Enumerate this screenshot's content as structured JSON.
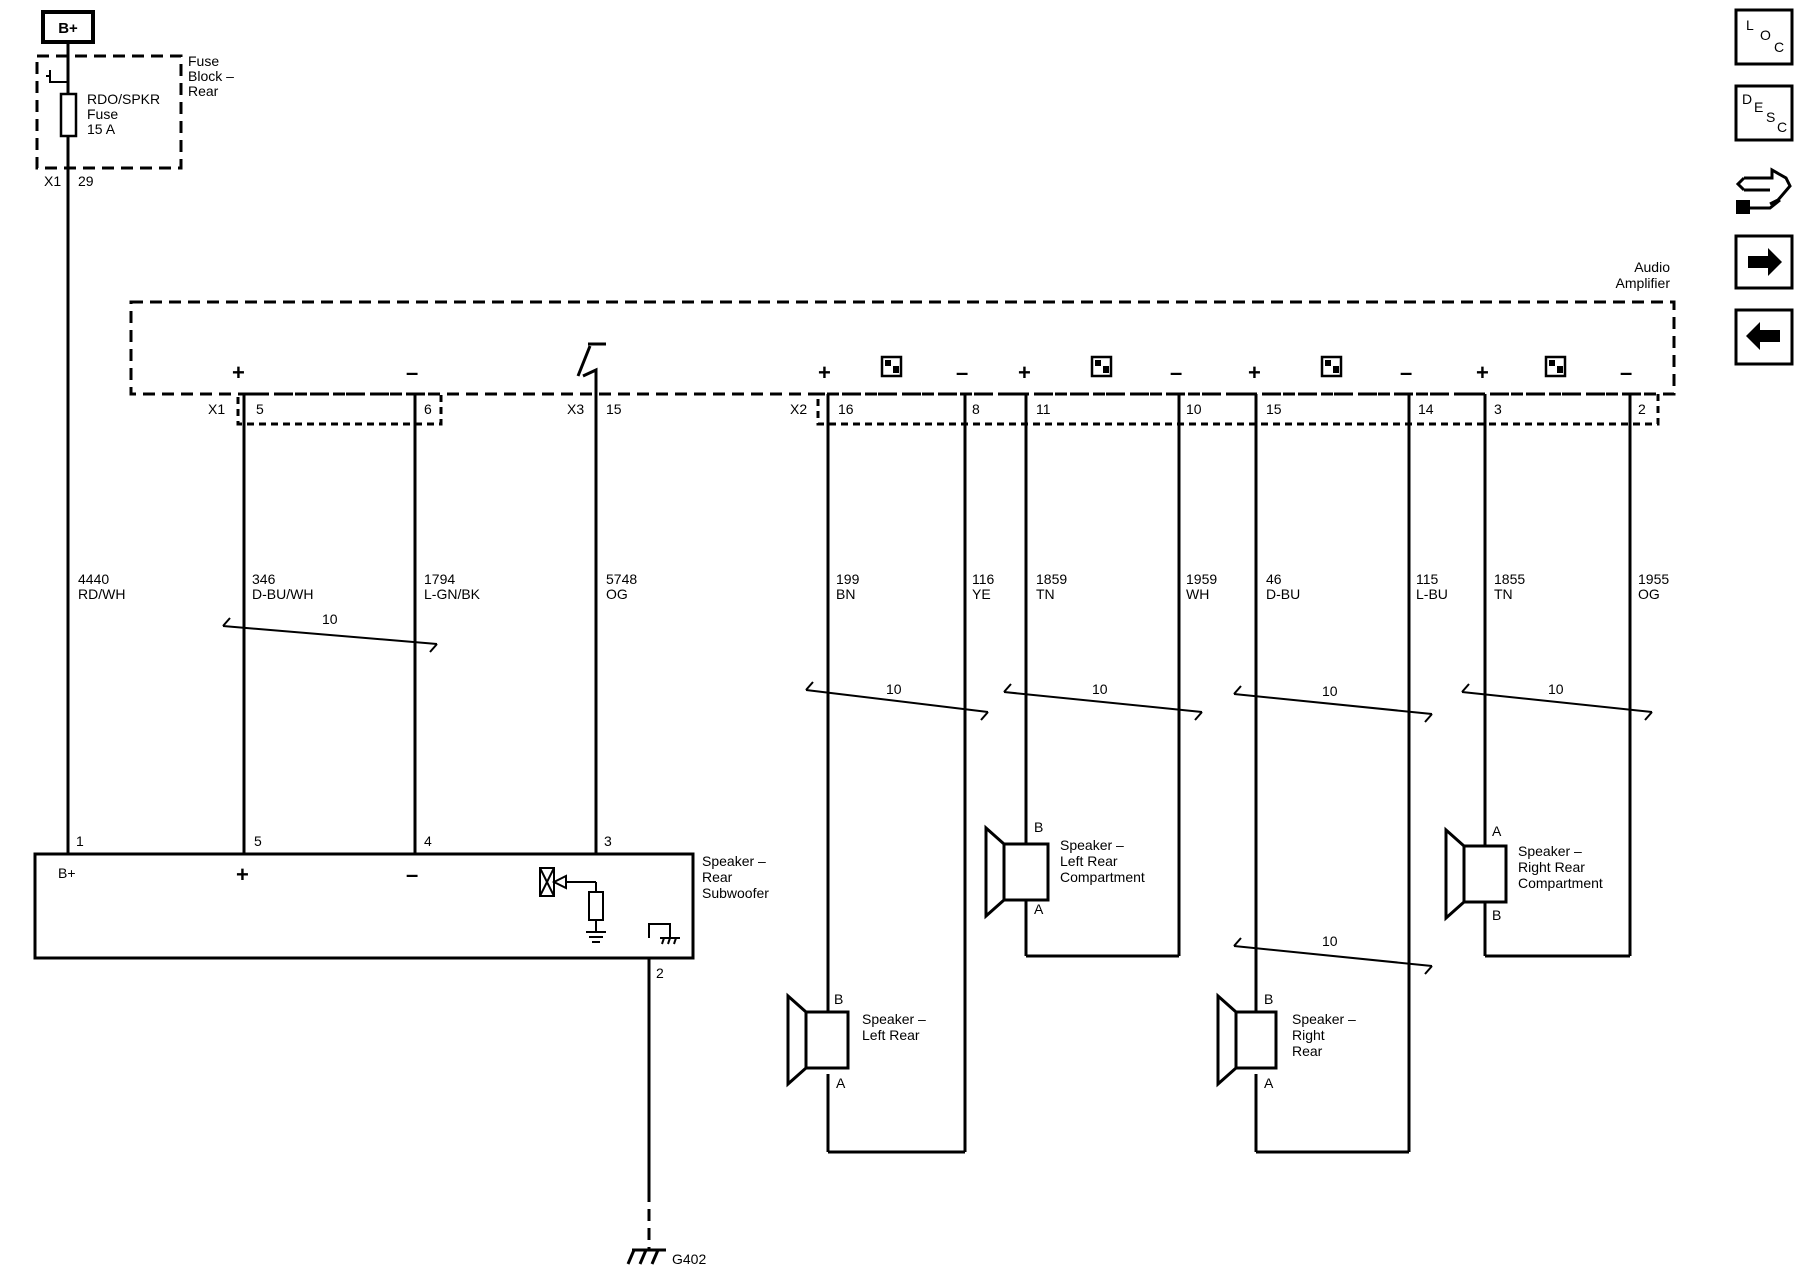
{
  "supply": {
    "label": "B+"
  },
  "fuse_block": {
    "name_lines": [
      "Fuse",
      "Block –",
      "Rear"
    ],
    "fuse_lines": [
      "RDO/SPKR",
      "Fuse",
      "15 A"
    ],
    "connector": "X1",
    "pin": "29"
  },
  "amplifier": {
    "name_lines": [
      "Audio",
      "Amplifier"
    ],
    "connectors": {
      "x1": "X1",
      "x2": "X2",
      "x3": "X3"
    },
    "plus_sign": "+",
    "minus_sign": "–"
  },
  "circuits": [
    {
      "id": "b-plus-feed",
      "circuit": "4440",
      "color": "RD/WH",
      "top_pin": "29",
      "bottom_pin": "1"
    },
    {
      "id": "sub-plus",
      "circuit": "346",
      "color": "D-BU/WH",
      "top_pin": "5",
      "bottom_pin": "5"
    },
    {
      "id": "sub-minus",
      "circuit": "1794",
      "color": "L-GN/BK",
      "top_pin": "6",
      "bottom_pin": "4"
    },
    {
      "id": "sub-control",
      "circuit": "5748",
      "color": "OG",
      "top_pin": "15",
      "bottom_pin": "3"
    },
    {
      "id": "lr-plus",
      "circuit": "199",
      "color": "BN",
      "top_pin": "16",
      "bottom_pin": "B"
    },
    {
      "id": "lr-minus",
      "circuit": "116",
      "color": "YE",
      "top_pin": "8",
      "bottom_pin": "A"
    },
    {
      "id": "lrc-plus",
      "circuit": "1859",
      "color": "TN",
      "top_pin": "11",
      "bottom_pin": "B"
    },
    {
      "id": "lrc-minus",
      "circuit": "1959",
      "color": "WH",
      "top_pin": "10",
      "bottom_pin": "A"
    },
    {
      "id": "rr-plus",
      "circuit": "46",
      "color": "D-BU",
      "top_pin": "15",
      "bottom_pin": "B"
    },
    {
      "id": "rr-minus",
      "circuit": "115",
      "color": "L-BU",
      "top_pin": "14",
      "bottom_pin": "A"
    },
    {
      "id": "rrc-plus",
      "circuit": "1855",
      "color": "TN",
      "top_pin": "3",
      "bottom_pin": "A"
    },
    {
      "id": "rrc-minus",
      "circuit": "1955",
      "color": "OG",
      "top_pin": "2",
      "bottom_pin": "B"
    }
  ],
  "twist_label": "10",
  "subwoofer": {
    "name_lines": [
      "Speaker –",
      "Rear",
      "Subwoofer"
    ],
    "bplus": "B+",
    "plus": "+",
    "minus": "–",
    "ground_pin": "2"
  },
  "speakers": {
    "left_rear": {
      "name_lines": [
        "Speaker –",
        "Left Rear"
      ],
      "pin_b": "B",
      "pin_a": "A"
    },
    "left_rear_comp": {
      "name_lines": [
        "Speaker –",
        "Left Rear",
        "Compartment"
      ],
      "pin_b": "B",
      "pin_a": "A"
    },
    "right_rear": {
      "name_lines": [
        "Speaker –",
        "Right",
        "Rear"
      ],
      "pin_b": "B",
      "pin_a": "A"
    },
    "right_rear_comp": {
      "name_lines": [
        "Speaker –",
        "Right Rear",
        "Compartment"
      ],
      "pin_a": "A",
      "pin_b": "B"
    }
  },
  "ground": {
    "label": "G402"
  },
  "nav": {
    "loc": [
      "L",
      "O",
      "C"
    ],
    "desc": [
      "D",
      "E",
      "S",
      "C"
    ],
    "connector_icon": "connector-end-view-icon",
    "next_icon": "arrow-right-icon",
    "prev_icon": "arrow-left-icon"
  }
}
